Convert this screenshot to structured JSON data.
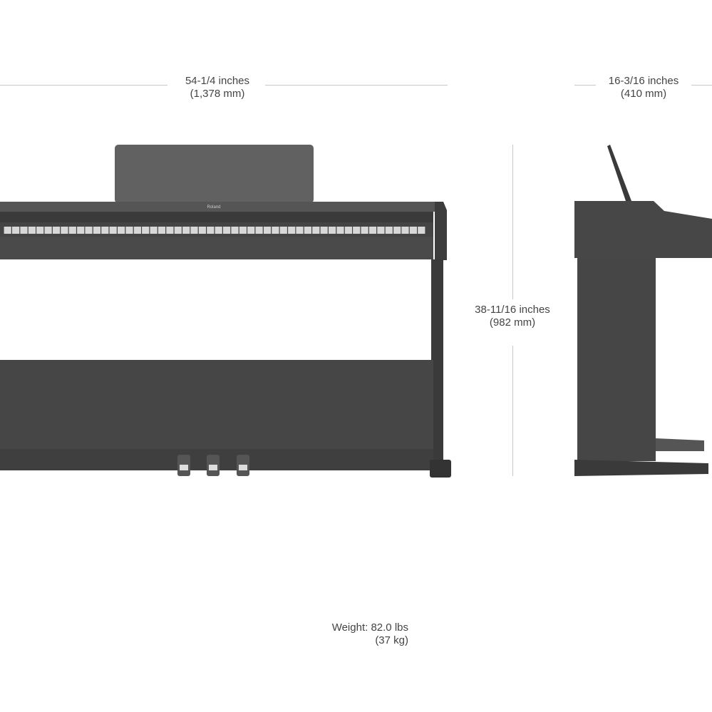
{
  "dimensions": {
    "width": {
      "imperial": "54-1/4 inches",
      "metric": "(1,378 mm)"
    },
    "depth": {
      "imperial": "16-3/16 inches",
      "metric": "(410 mm)"
    },
    "height": {
      "imperial": "38-11/16 inches",
      "metric": "(982 mm)"
    },
    "weight": {
      "imperial": "Weight: 82.0 lbs",
      "metric": "(37 kg)"
    }
  },
  "brand": "Roland",
  "colors": {
    "body": "#4a4a4a",
    "dark": "#3a3a3a",
    "keys": "#d8d8d8",
    "line": "#c8c8c8",
    "text": "#444444"
  },
  "keyboard": {
    "visible_white_keys": 52
  }
}
